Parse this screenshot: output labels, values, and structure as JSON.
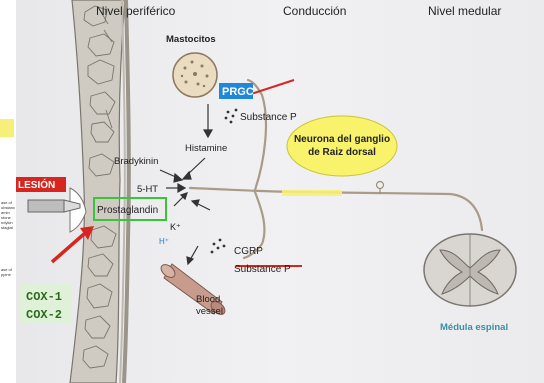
{
  "headers": {
    "peripheral": "Nivel periférico",
    "conduction": "Conducción",
    "medullary": "Nivel medular"
  },
  "labels": {
    "mast_cells": "Mastocitos",
    "prgc": "PRGC",
    "substance_p_top": "Substance P",
    "histamine": "Histamine",
    "bradykinin": "Bradykinin",
    "serotonin": "5-HT",
    "prostaglandin": "Prostaglandin",
    "potassium": "K⁺",
    "hydrogen": "H⁺",
    "cgrp": "CGRP",
    "substance_p_bottom": "Substance P",
    "blood_vessel_line1": "Blood",
    "blood_vessel_line2": "vessel",
    "lesion": "LESIÓN",
    "cox1": "COX-1",
    "cox2": "COX-2",
    "neuron_line1": "Neurona del ganglio",
    "neuron_line2": "de Raiz dorsal",
    "spinal_cord": "Médula espinal"
  },
  "side_snippets": [
    "ase of",
    "ubstanc",
    "amin",
    "stone",
    "ndykin",
    "staglat",
    "ase of",
    "ppine"
  ],
  "colors": {
    "highlight_yellow": "#f6f07a",
    "neuron_bubble": "#f8f36a",
    "lesion_red": "#d6261f",
    "cox_green_bg": "#dff1d8",
    "cox_text": "#2c6a1a",
    "prostaglandin_border": "#3ac43a",
    "prgc_bg": "#1f88d8",
    "nerve": "#a89c88",
    "skin": "#d7d4cd",
    "vessel": "#c89c8c",
    "spinal_cord_text": "#3a8ea6"
  }
}
